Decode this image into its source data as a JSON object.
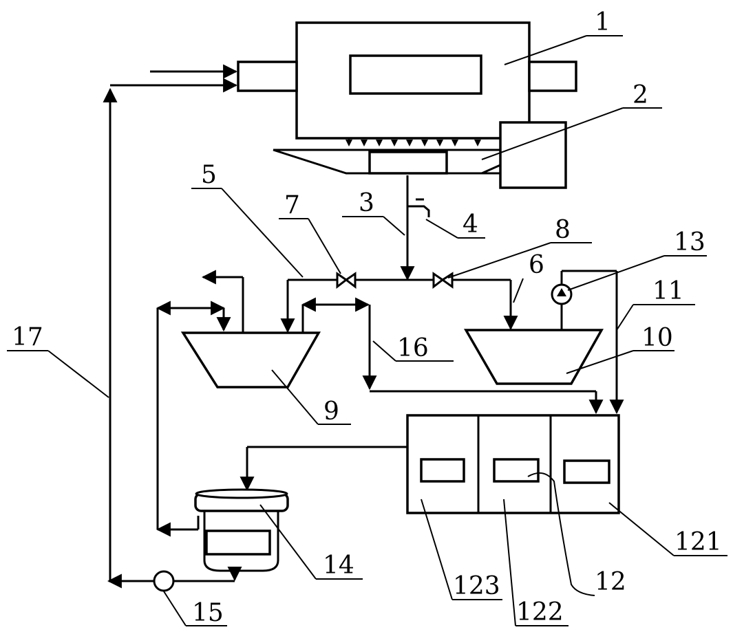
{
  "labels": {
    "n1": "1",
    "n2": "2",
    "n3": "3",
    "n4": "4",
    "n5": "5",
    "n6": "6",
    "n7": "7",
    "n8": "8",
    "n9": "9",
    "n10": "10",
    "n11": "11",
    "n12": "12",
    "n13": "13",
    "n14": "14",
    "n15": "15",
    "n16": "16",
    "n17": "17",
    "n121": "121",
    "n122": "122",
    "n123": "123"
  }
}
